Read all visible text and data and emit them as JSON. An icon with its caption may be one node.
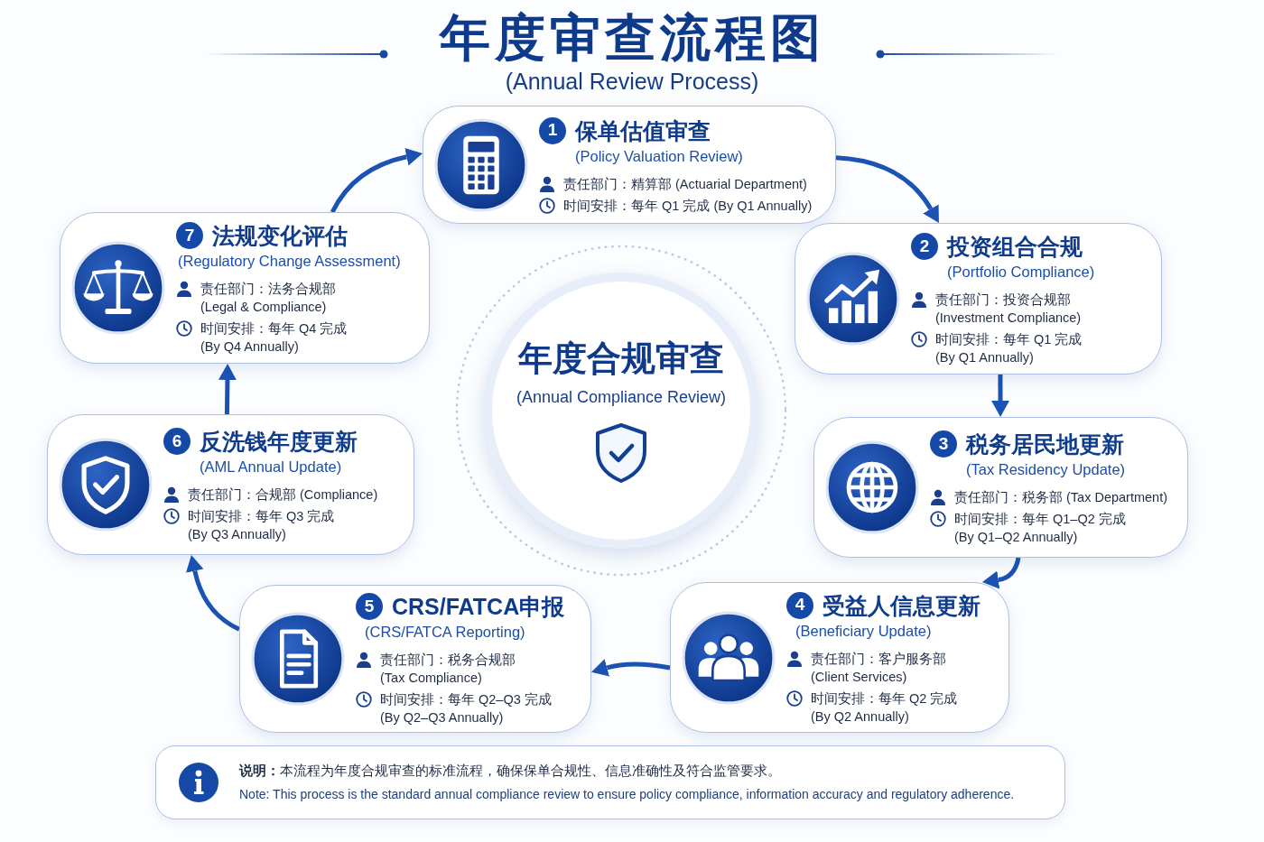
{
  "diagram": {
    "title": "年度审查流程图",
    "nodes": [
      {
        "text": [
          "1",
          "保单估值审查",
          "(Policy Valuation Review)",
          "责任部门：精算部 (Actuarial Department)",
          "时间安排：每年 Q1 完成 (By Q1 Annually)"
        ]
      },
      {
        "text": [
          "2",
          "投资组合合规",
          "(Portfolio Compliance)",
          "责任部门：投资合规部 (Investment Compliance)",
          "时间安排：每年 Q1 完成 (By Q1 Annually)"
        ]
      },
      {
        "text": [
          "3",
          "税务居民地更新",
          "(Tax Residency Update)",
          "责任部门：税务部 (Tax Department)",
          "时间安排：每年 Q1–Q2 完成 (By Q1–Q2 Annually)"
        ]
      },
      {
        "text": [
          "4",
          "受益人信息更新",
          "(Beneficiary Update)",
          "责任部门：客户服务部 (Client Services)",
          "时间安排：每年 Q2 完成 (By Q2 Annually)"
        ]
      },
      {
        "text": [
          "5",
          "CRS/FATCA申报",
          "(CRS/FATCA Reporting)",
          "责任部门：税务合规部 (Tax Compliance)",
          "时间安排：每年 Q2–Q3 完成 (By Q2–Q3 Annually)"
        ]
      },
      {
        "text": [
          "6",
          "反洗钱年度更新",
          "(AML Annual Update)",
          "责任部门：合规部 (Compliance)",
          "时间安排：每年 Q3 完成 (By Q3 Annually)"
        ]
      },
      {
        "text": [
          "7",
          "法规变化评估",
          "(Regulatory Change Assessment)",
          "责任部门：法务合规部 (Legal & Compliance)",
          "时间安排：每年 Q4 完成 (By Q4 Annually)"
        ]
      },
      {
        "text": [
          "年度合规审查",
          "(Annual Compliance Review)"
        ]
      },
      {
        "text": [
          "**说明：**本流程为年度合规审查的标准流程，确保保单合规性、信息准确性及符合监管要求。",
          "Note: This process is the standard annual compliance review to ensure policy compliance, information accuracy and regulatory adherence."
        ]
      }
    ],
    "edges": [
      {
        "from": 0,
        "to": 1,
        "arrow": "to"
      },
      {
        "from": 1,
        "to": 2,
        "arrow": "to"
      },
      {
        "from": 2,
        "to": 3,
        "arrow": "to"
      },
      {
        "from": 3,
        "to": 4,
        "arrow": "to"
      },
      {
        "from": 4,
        "to": 5,
        "arrow": "to"
      },
      {
        "from": 5,
        "to": 6,
        "arrow": "to"
      },
      {
        "from": 6,
        "to": 0,
        "arrow": "to"
      }
    ],
    "labels": [
      "(Annual Review Process)"
    ]
  }
}
